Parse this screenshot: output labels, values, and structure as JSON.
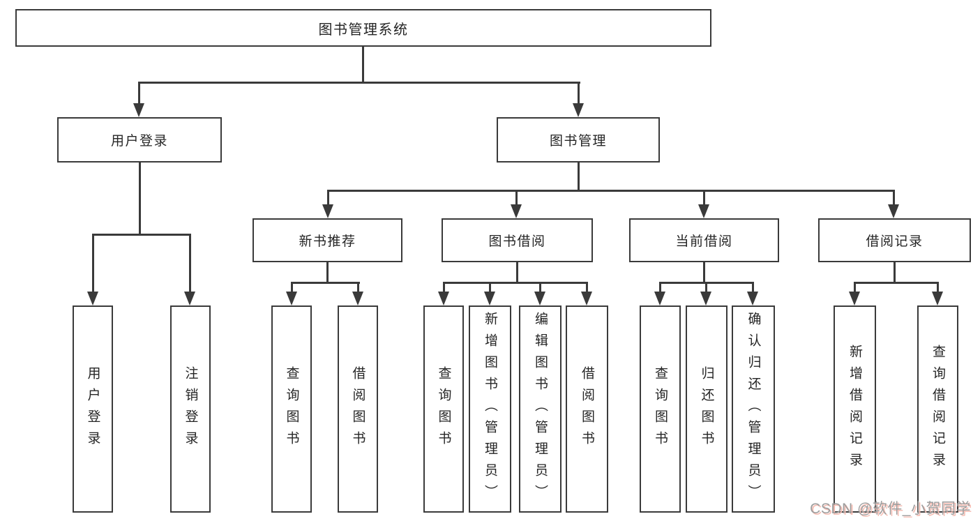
{
  "diagram": {
    "title": "图书管理系统",
    "branches": [
      {
        "label": "用户登录",
        "children": [
          "用户登录",
          "注销登录"
        ]
      },
      {
        "label": "图书管理",
        "sections": [
          {
            "label": "新书推荐",
            "children": [
              "查询图书",
              "借阅图书"
            ]
          },
          {
            "label": "图书借阅",
            "children": [
              "查询图书",
              "新增图书（管理员）",
              "编辑图书（管理员）",
              "借阅图书"
            ]
          },
          {
            "label": "当前借阅",
            "children": [
              "查询图书",
              "归还图书",
              "确认归还（管理员）"
            ]
          },
          {
            "label": "借阅记录",
            "children": [
              "新增借阅记录",
              "查询借阅记录"
            ]
          }
        ]
      }
    ]
  },
  "watermark": {
    "text": "CSDN @软件_小贺同学"
  },
  "colors": {
    "line": "#3a3a3a",
    "box_border": "#3a3a3a",
    "text": "#252525",
    "watermark_text": "#9e9e9e",
    "watermark_shadow": "#f6beb4"
  }
}
